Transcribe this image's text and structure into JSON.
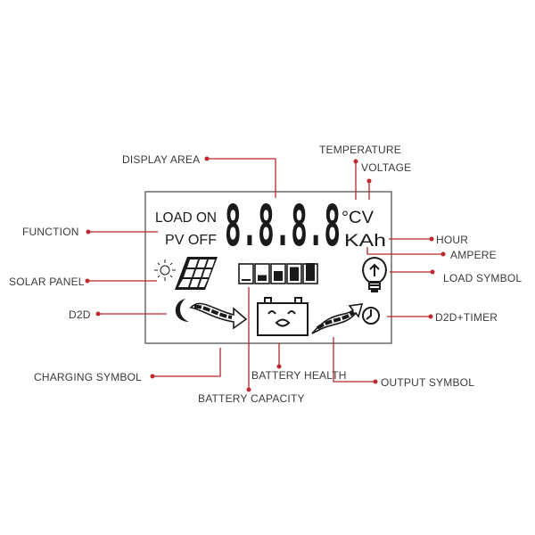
{
  "colors": {
    "leader": "#b8262b",
    "dot": "#c0282d",
    "ink": "#1a1a1a",
    "label": "#3a3a3a"
  },
  "labels": {
    "display_area": "DISPLAY AREA",
    "temperature": "TEMPERATURE",
    "voltage": "VOLTAGE",
    "function": "FUNCTION",
    "hour": "HOUR",
    "ampere": "AMPERE",
    "load_symbol": "LOAD SYMBOL",
    "solar_panel": "SOLAR PANEL",
    "d2d": "D2D",
    "d2d_timer": "D2D+TIMER",
    "charging_symbol": "CHARGING SYMBOL",
    "battery_health": "BATTERY HEALTH",
    "output_symbol": "OUTPUT SYMBOL",
    "battery_capacity": "BATTERY CAPACITY"
  },
  "lcd": {
    "load_on": "LOAD ON",
    "pv_off": "PV OFF",
    "digits": "8.8.8.8",
    "unit_top": "°CV",
    "unit_bottom": "KAh",
    "battery_levels": 5
  }
}
